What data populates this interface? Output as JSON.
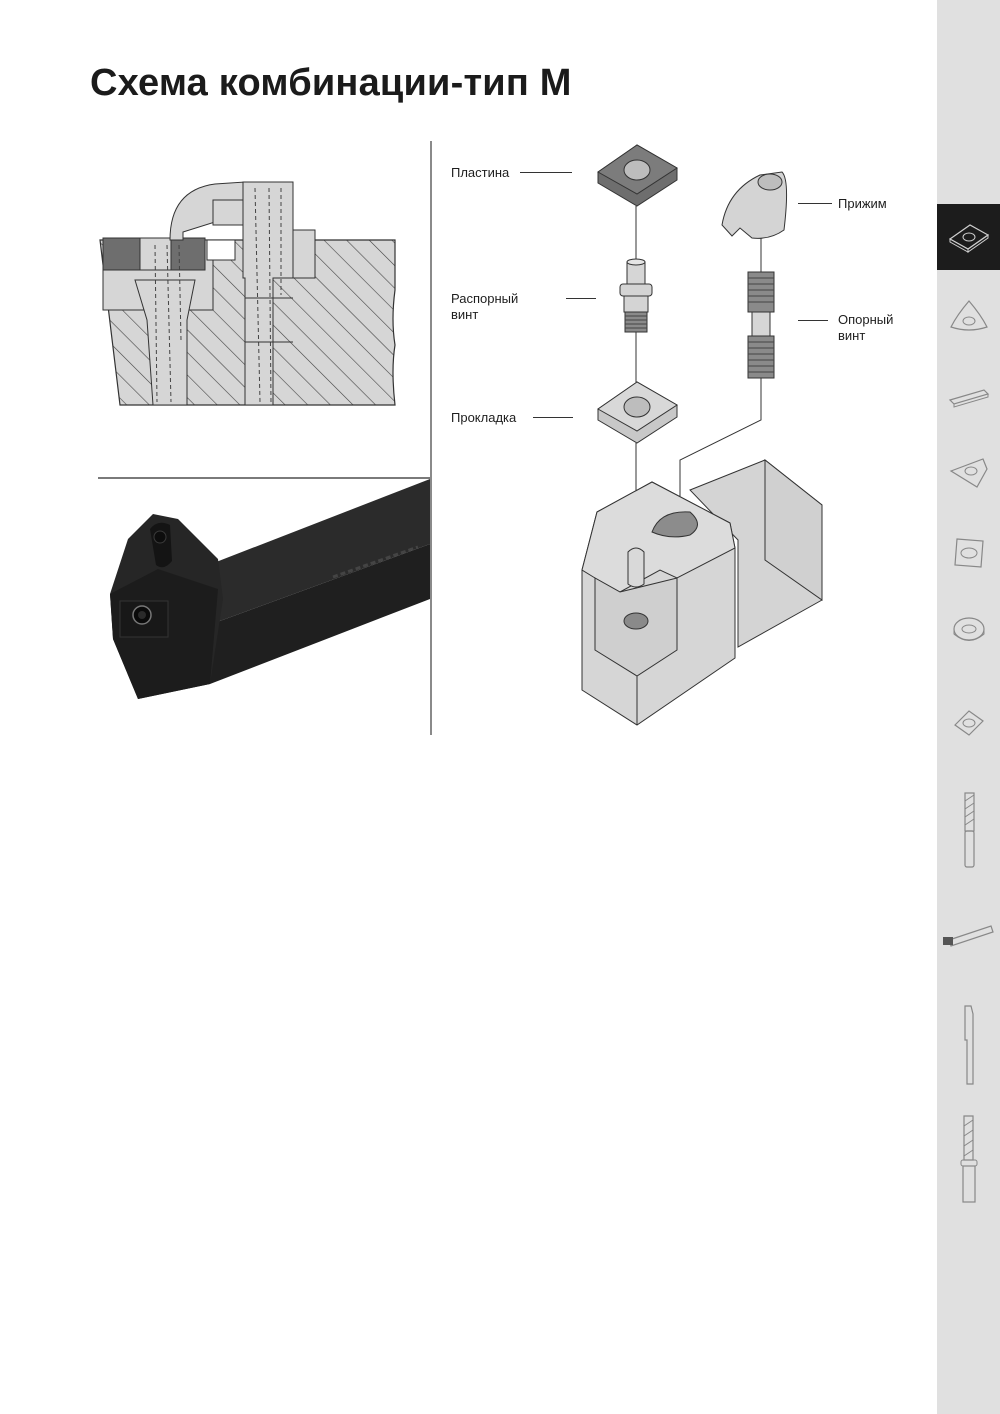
{
  "page": {
    "title": "Схема комбинации-тип М"
  },
  "exploded_view": {
    "labels": [
      {
        "id": "plate",
        "text": "Пластина"
      },
      {
        "id": "clamp",
        "text": "Прижим"
      },
      {
        "id": "spacer-screw",
        "line1": "Распорный",
        "line2": "винт"
      },
      {
        "id": "support-screw",
        "line1": "Опорный",
        "line2": "винт"
      },
      {
        "id": "shim",
        "text": "Прокладка"
      }
    ]
  },
  "sidebar": {
    "items": [
      {
        "icon": "square-insert-icon",
        "active": true
      },
      {
        "icon": "trigon-insert-icon",
        "active": false
      },
      {
        "icon": "grooving-insert-icon",
        "active": false
      },
      {
        "icon": "threading-insert-icon",
        "active": false
      },
      {
        "icon": "square-milling-insert-icon",
        "active": false
      },
      {
        "icon": "round-insert-icon",
        "active": false
      },
      {
        "icon": "octagon-milling-insert-icon",
        "active": false
      },
      {
        "icon": "end-mill-icon",
        "active": false
      },
      {
        "icon": "turning-holder-icon",
        "active": false
      },
      {
        "icon": "boring-bar-icon",
        "active": false
      },
      {
        "icon": "drill-icon",
        "active": false
      }
    ]
  },
  "colors": {
    "sidebar_bg": "#e0e0e0",
    "sidebar_active": "#1c1c1c",
    "part_fill": "#d4d4d4",
    "dark_part": "#6e6e6e"
  }
}
